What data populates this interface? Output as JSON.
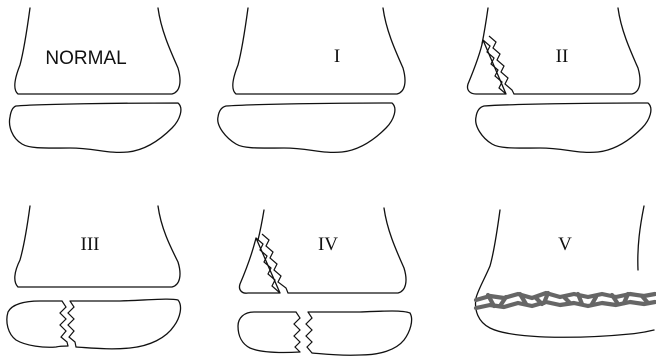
{
  "labels": {
    "normal": "NORMAL",
    "type_1": "I",
    "type_2": "II",
    "type_3": "III",
    "type_4": "IV",
    "type_5": "V"
  },
  "colors": {
    "line": "#111111",
    "crush_band": "#666666",
    "background": "#ffffff"
  }
}
